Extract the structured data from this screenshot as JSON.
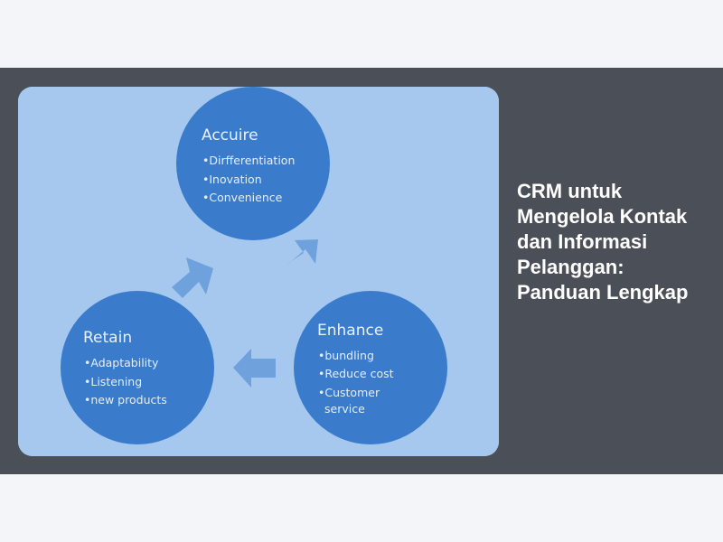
{
  "article": {
    "title": "CRM untuk Mengelola Kontak dan Informasi Pelanggan: Panduan Lengkap"
  },
  "diagram": {
    "background_color": "#a6c8ef",
    "circle_color": "#3a7ccb",
    "arrow_color": "#6fa2dc",
    "nodes": {
      "acquire": {
        "title": "Accuire",
        "items": [
          "•Dirfferentiation",
          "•Inovation",
          "•Convenience"
        ]
      },
      "enhance": {
        "title": "Enhance",
        "items": [
          "•bundling",
          "•Reduce cost",
          "•Customer",
          "service"
        ]
      },
      "retain": {
        "title": "Retain",
        "items": [
          "•Adaptability",
          "•Listening",
          "•new products"
        ]
      }
    }
  }
}
